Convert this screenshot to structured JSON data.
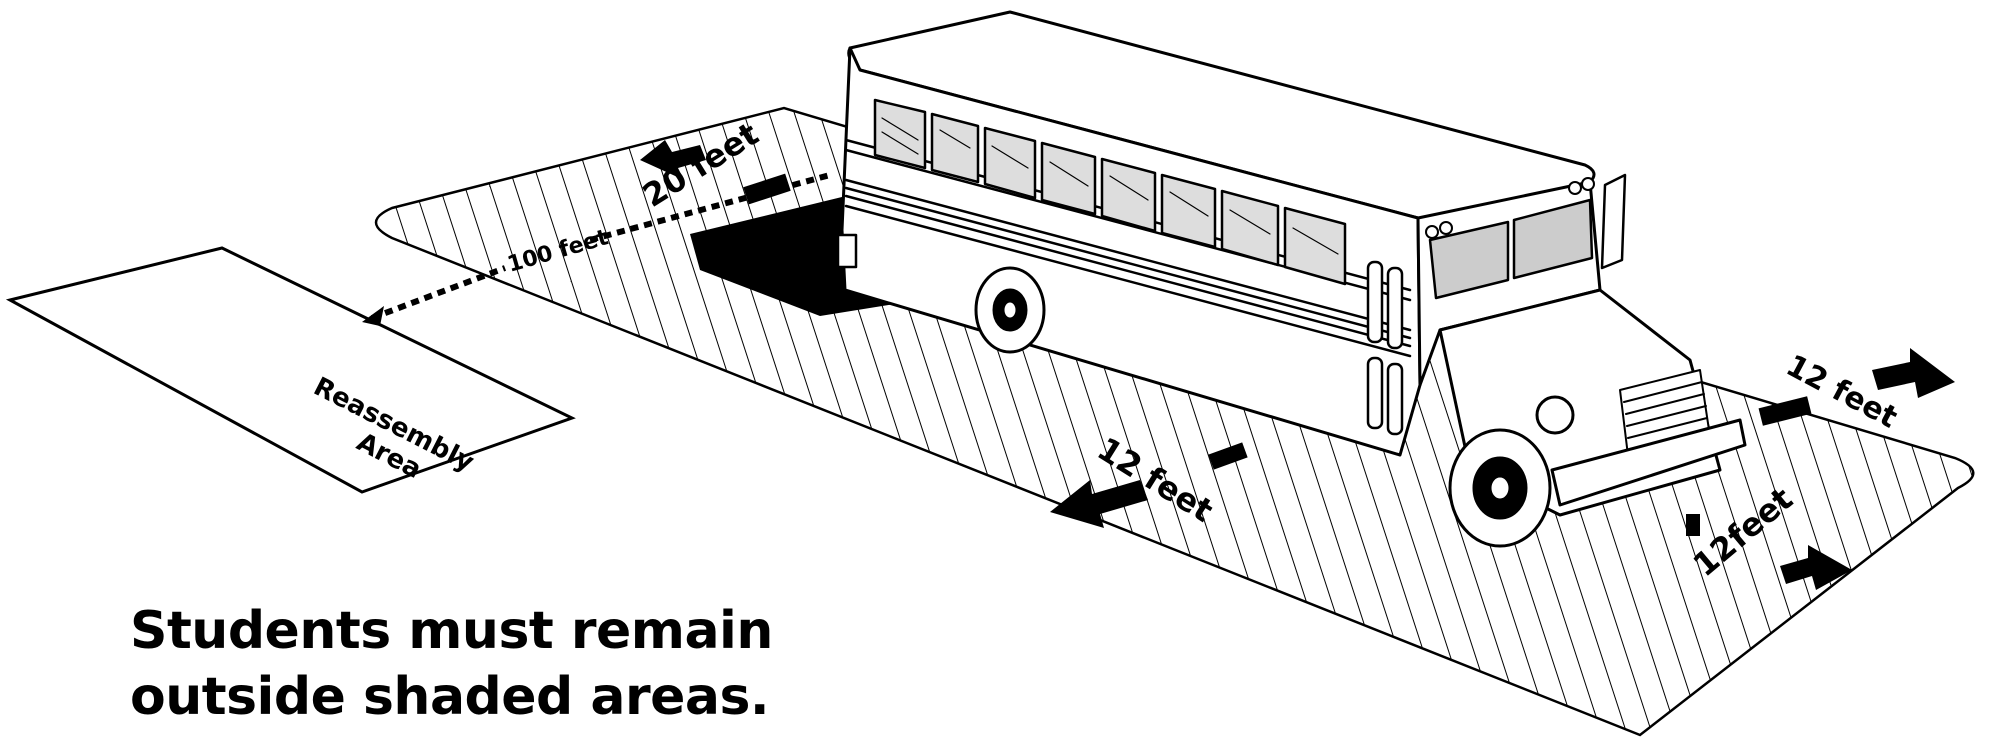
{
  "labels": {
    "reassembly_line1": "Reassembly",
    "reassembly_line2": "Area",
    "distance_100": "100 feet",
    "distance_20": "20 feet",
    "side_12": "12 feet",
    "front_12": "12 feet",
    "front_side_12": "12feet"
  },
  "caption": {
    "line1": "Students must remain",
    "line2": "outside shaded areas."
  },
  "colors": {
    "ink": "#000000",
    "paper": "#ffffff"
  }
}
